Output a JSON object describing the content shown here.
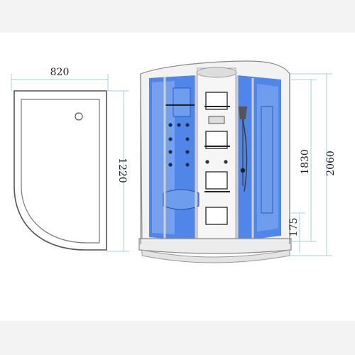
{
  "dimensions": {
    "tray_width": "820",
    "tray_depth": "1220",
    "cabin_height": "2060",
    "door_height": "1830",
    "tray_height": "175"
  },
  "colors": {
    "background": "#ffffff",
    "outline": "#555555",
    "dimension_line": "#9fd3dd",
    "glass": "#4f86e8",
    "glass_light": "#8fb3f2",
    "panel": "#f2f2f2",
    "frame": "#bdbdbd"
  }
}
